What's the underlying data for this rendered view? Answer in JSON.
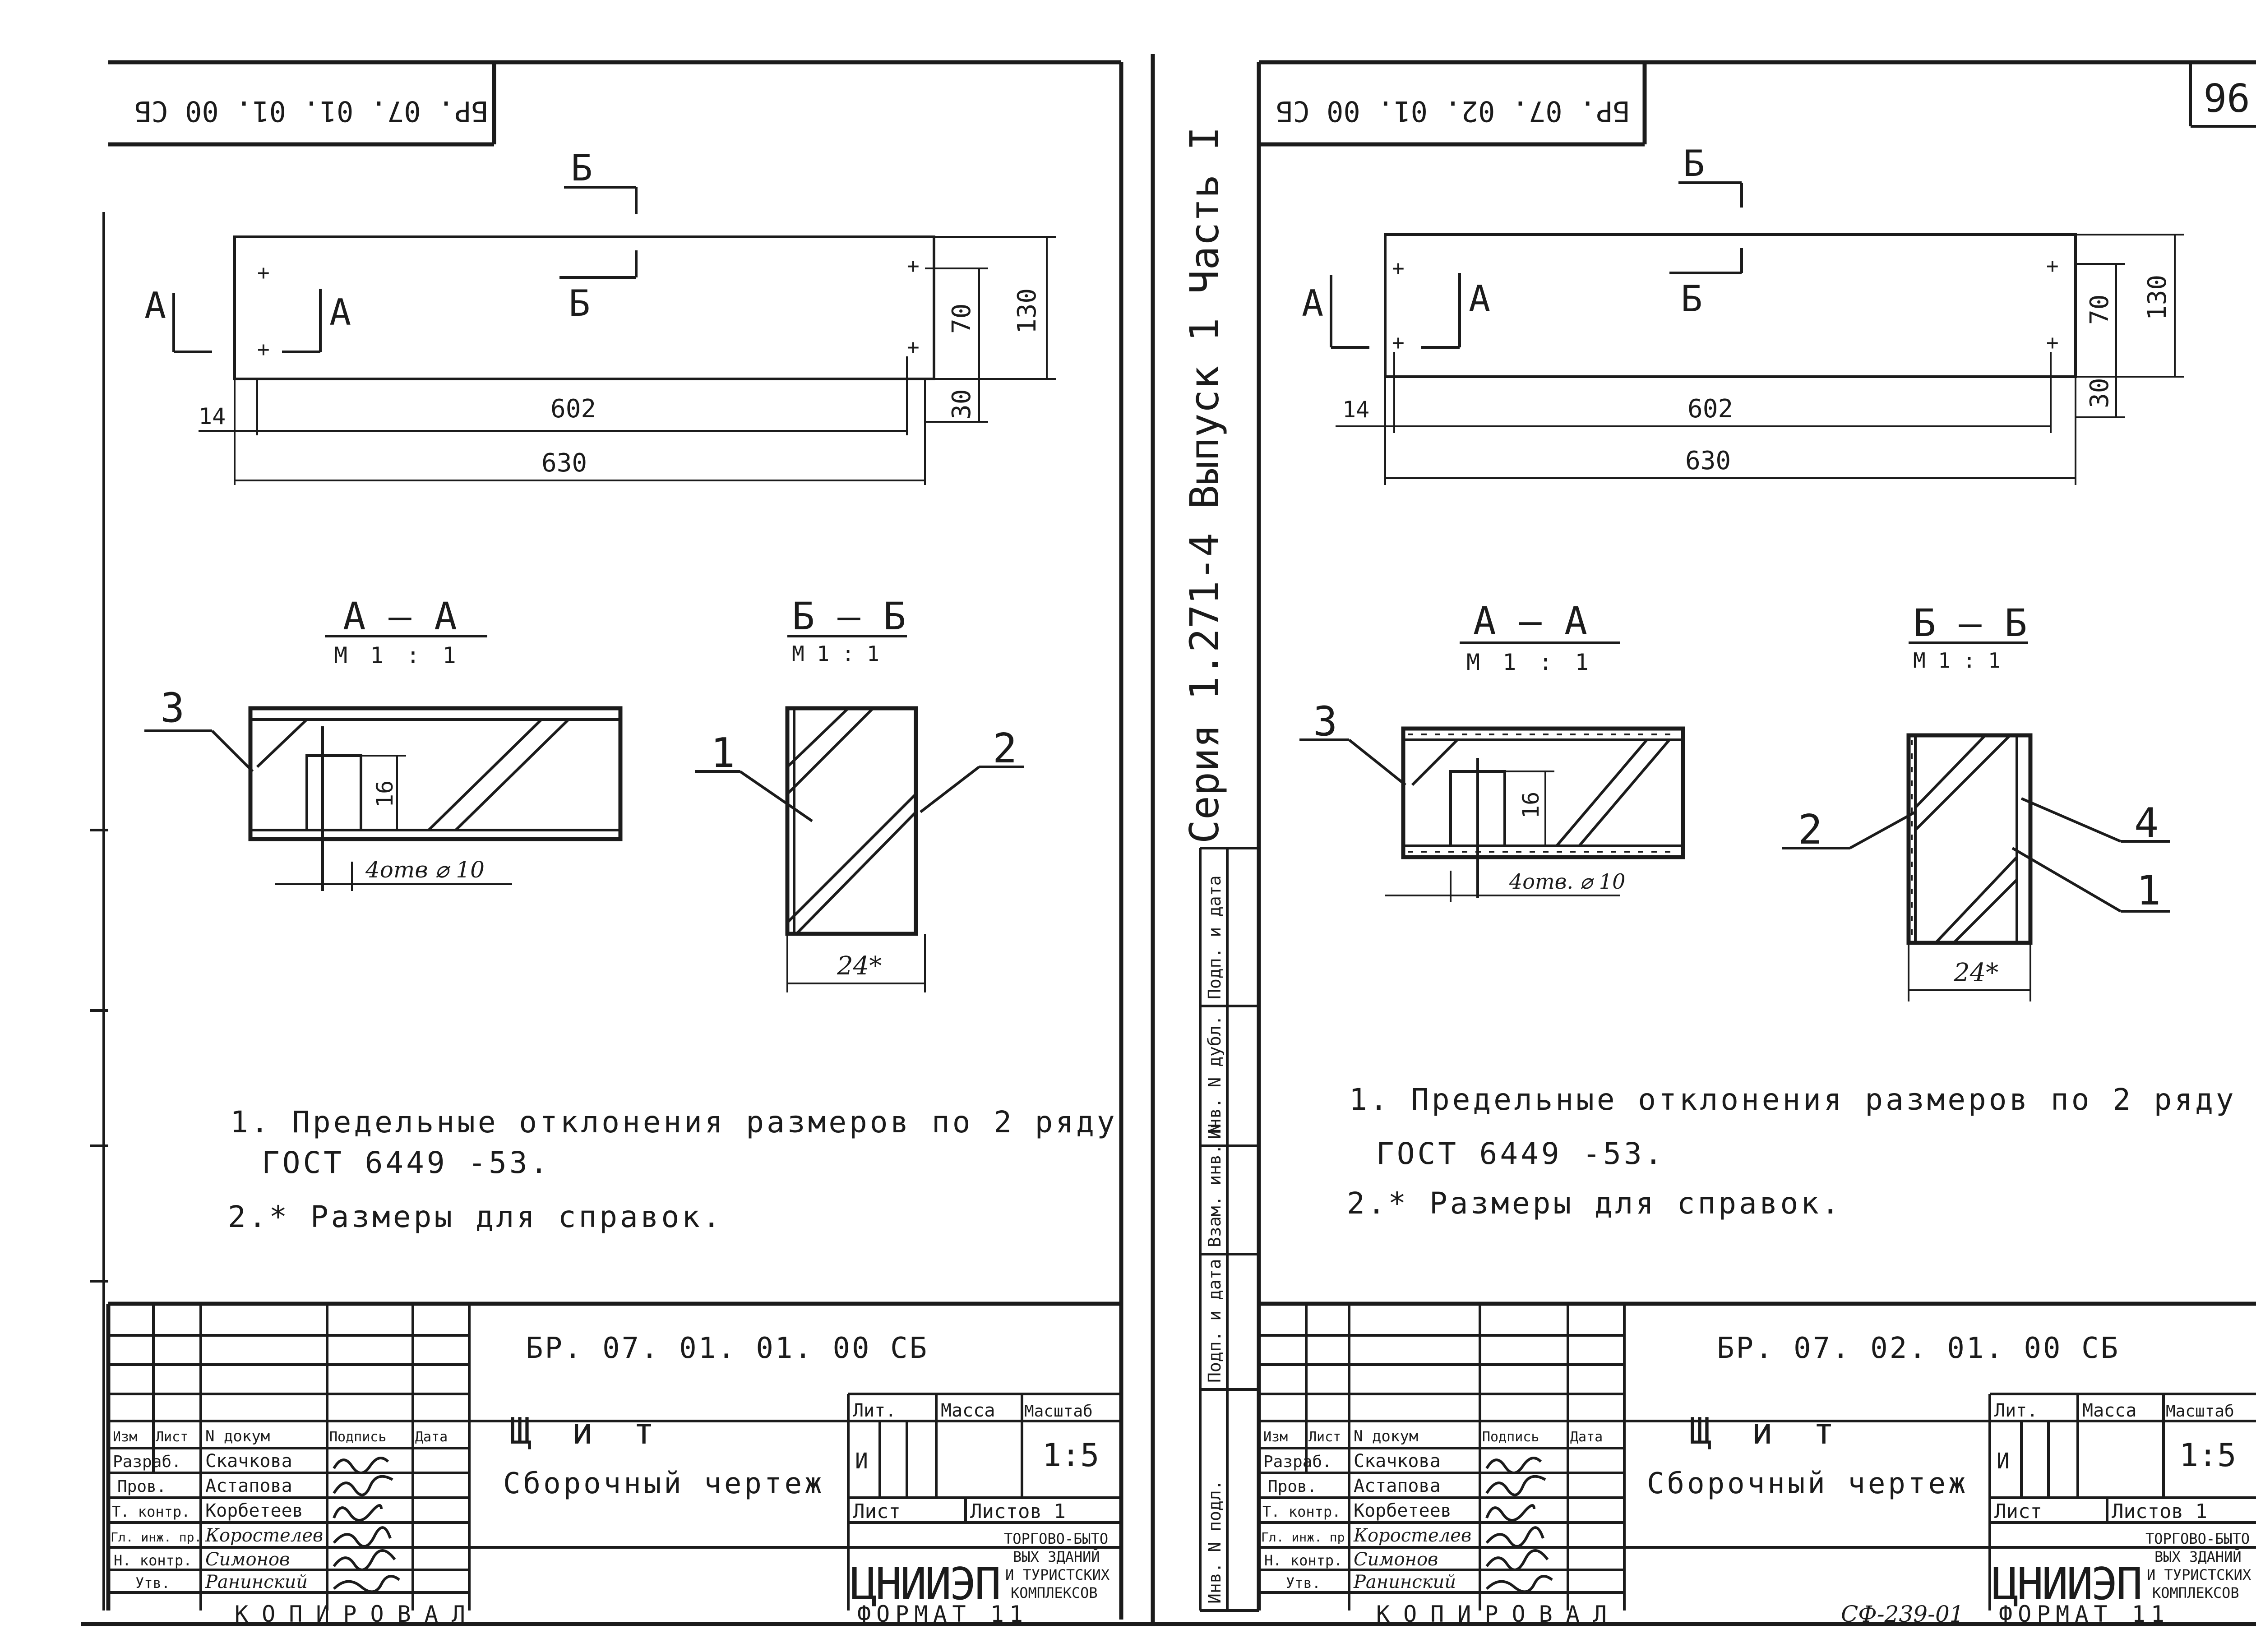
{
  "page_number": "96",
  "copied_stamp": "КОПИРОВАЛ",
  "format_stamp": "ФОРМАТ 11",
  "archive_code": "СФ-239-01",
  "series_vertical": "Серия 1.271-4 Выпуск 1 Часть I",
  "binding_stamp": [
    "Инв. N подл.",
    "Подп. и дата",
    "Взам. инв. N",
    "Инв. N дубл.",
    "Подп. и дата"
  ],
  "sheets": [
    {
      "top_code": "БР. 07. 01. 01. 00 СБ",
      "dims": {
        "d14": "14",
        "d602": "602",
        "d630": "630",
        "d70": "70",
        "d130": "130",
        "d30": "30"
      },
      "section_marks": {
        "a": "А",
        "b": "Б"
      },
      "section_aa": {
        "title": "А — А",
        "scale": "М 1 : 1",
        "hole": "4отв ⌀ 10",
        "dim16": "16",
        "callout": "3"
      },
      "section_bb": {
        "title": "Б — Б",
        "scale": "М 1 : 1",
        "dim24": "24*",
        "callouts": [
          "1",
          "2"
        ]
      },
      "notes": [
        "1. Предельные отклонения размеров по 2 ряду",
        "ГОСТ 6449 -53.",
        "2.* Размеры для справок."
      ],
      "title_block": {
        "doc_code": "БР. 07. 01. 01. 00 СБ",
        "name": "Щ и т",
        "subname": "Сборочный чертеж",
        "headers": [
          "Изм",
          "Лист",
          "N докум",
          "Подпись",
          "Дата"
        ],
        "roles": [
          "Разраб.",
          "Пров.",
          "Т. контр.",
          "Гл. инж. пр.",
          "Н. контр.",
          "Утв."
        ],
        "names": [
          "Скачкова",
          "Астапова",
          "Корбетеев",
          "Коростелев",
          "Симонов",
          "Ранинский"
        ],
        "lit": "Лит.",
        "mass": "Масса",
        "scale_label": "Масштаб",
        "lit_value": "И",
        "scale_value": "1:5",
        "sheet": "Лист",
        "sheets": "Листов 1",
        "org": "ЦНИИЭП",
        "org_desc": [
          "ТОРГОВО-БЫТО",
          "ВЫХ ЗДАНИЙ",
          "И ТУРИСТСКИХ",
          "КОМПЛЕКСОВ"
        ]
      }
    },
    {
      "top_code": "БР. 07. 02. 01. 00 СБ",
      "dims": {
        "d14": "14",
        "d602": "602",
        "d630": "630",
        "d70": "70",
        "d130": "130",
        "d30": "30"
      },
      "section_marks": {
        "a": "А",
        "b": "Б"
      },
      "section_aa": {
        "title": "А — А",
        "scale": "М 1 : 1",
        "hole": "4отв. ⌀ 10",
        "dim16": "16",
        "callout": "3"
      },
      "section_bb": {
        "title": "Б — Б",
        "scale": "М 1 : 1",
        "dim24": "24*",
        "callouts": [
          "2",
          "4",
          "1"
        ]
      },
      "notes": [
        "1. Предельные отклонения размеров по 2 ряду",
        "ГОСТ 6449 -53.",
        "2.* Размеры для справок."
      ],
      "title_block": {
        "doc_code": "БР. 07. 02. 01. 00 СБ",
        "name": "Щ и т",
        "subname": "Сборочный чертеж",
        "headers": [
          "Изм",
          "Лист",
          "N докум",
          "Подпись",
          "Дата"
        ],
        "roles": [
          "Разраб.",
          "Пров.",
          "Т. контр.",
          "Гл. инж. пр.",
          "Н. контр.",
          "Утв."
        ],
        "names": [
          "Скачкова",
          "Астапова",
          "Корбетеев",
          "Коростелев",
          "Симонов",
          "Ранинский"
        ],
        "lit": "Лит.",
        "mass": "Масса",
        "scale_label": "Масштаб",
        "lit_value": "И",
        "scale_value": "1:5",
        "sheet": "Лист",
        "sheets": "Листов 1",
        "org": "ЦНИИЭП",
        "org_desc": [
          "ТОРГОВО-БЫТО",
          "ВЫХ ЗДАНИЙ",
          "И ТУРИСТСКИХ",
          "КОМПЛЕКСОВ"
        ]
      }
    }
  ]
}
